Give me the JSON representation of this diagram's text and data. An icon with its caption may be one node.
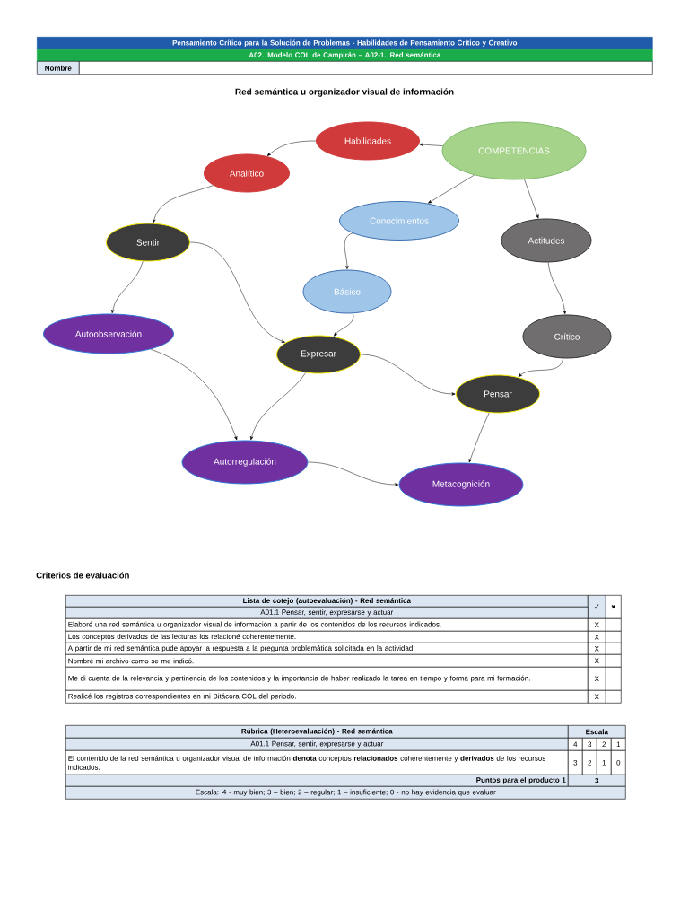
{
  "diagram": {
    "title": "Red semántica u organizador visual de información",
    "nodes": [
      {
        "text": [
          "Habilidades"
        ]
      },
      {
        "text": [
          "COMPETENCIAS"
        ]
      },
      {
        "text": [
          "Analítico"
        ]
      },
      {
        "text": [
          "Conocimientos"
        ]
      },
      {
        "text": [
          "Actitudes"
        ]
      },
      {
        "text": [
          "Sentir"
        ]
      },
      {
        "text": [
          "Básico"
        ]
      },
      {
        "text": [
          "Autoobservación"
        ]
      },
      {
        "text": [
          "Crítico"
        ]
      },
      {
        "text": [
          "Expresar"
        ]
      },
      {
        "text": [
          "Pensar"
        ]
      },
      {
        "text": [
          "Autorregulación"
        ]
      },
      {
        "text": [
          "Metacognición"
        ]
      }
    ],
    "edges": [
      {
        "from": 1,
        "to": 0,
        "arrow": "to"
      },
      {
        "from": 1,
        "to": 3,
        "arrow": "to"
      },
      {
        "from": 1,
        "to": 4,
        "arrow": "to"
      },
      {
        "from": 0,
        "to": 2,
        "arrow": "to"
      },
      {
        "from": 2,
        "to": 5,
        "arrow": "to"
      },
      {
        "from": 3,
        "to": 6,
        "arrow": "to"
      },
      {
        "from": 4,
        "to": 8,
        "arrow": "to"
      },
      {
        "from": 5,
        "to": 7,
        "arrow": "to"
      },
      {
        "from": 5,
        "to": 9,
        "arrow": "to"
      },
      {
        "from": 6,
        "to": 9,
        "arrow": "to"
      },
      {
        "from": 8,
        "to": 10,
        "arrow": "to"
      },
      {
        "from": 7,
        "to": 11,
        "arrow": "to"
      },
      {
        "from": 9,
        "to": 11,
        "arrow": "to"
      },
      {
        "from": 9,
        "to": 10,
        "arrow": "to"
      },
      {
        "from": 10,
        "to": 12,
        "arrow": "to"
      },
      {
        "from": 11,
        "to": 12,
        "arrow": "to"
      }
    ],
    "labels": [
      "Pensamiento Crítico para la Solución de Problemas - Habilidades de Pensamiento Crítico y Creativo",
      "A02. Modelo COL de Campirán – A02-1. Red semántica",
      "Nombre",
      "Criterios de evaluación",
      "Lista de cotejo (autoevaluación) - Red semántica",
      "✓",
      "✖",
      "A01.1 Pensar, sentir, expresarse y actuar",
      "Elaboré una red semántica u organizador visual de información a partir de los contenidos de los recursos indicados.",
      "X",
      "Los conceptos derivados de las lecturas los relacioné coherentemente.",
      "X",
      "A partir de mi red semántica pude apoyar la respuesta a la pregunta problemática solicitada en la actividad.",
      "X",
      "Nombré mi archivo como se me indicó.",
      "X",
      "Me di cuenta de la relevancia y pertinencia de los contenidos y la importancia de haber realizado la tarea en tiempo y forma para mi formación.",
      "X",
      "Realicé los registros correspondientes en mi Bitácora COL del periodo.",
      "X",
      "Rúbrica (Heteroevaluación) - Red semántica",
      "Escala",
      "A01.1 Pensar, sentir, expresarse y actuar",
      "4",
      "3",
      "2",
      "1",
      "El contenido de la red semántica u organizador visual de información **denota** conceptos **relacionados** coherentemente y **derivados** de los recursos indicados.",
      "3",
      "2",
      "1",
      "0",
      "Puntos para el producto 1",
      "3",
      "Escala: 4 - muy bien; 3 – bien; 2 – regular; 1 – insuficiente; 0 - no hay evidencia que evaluar"
    ]
  }
}
